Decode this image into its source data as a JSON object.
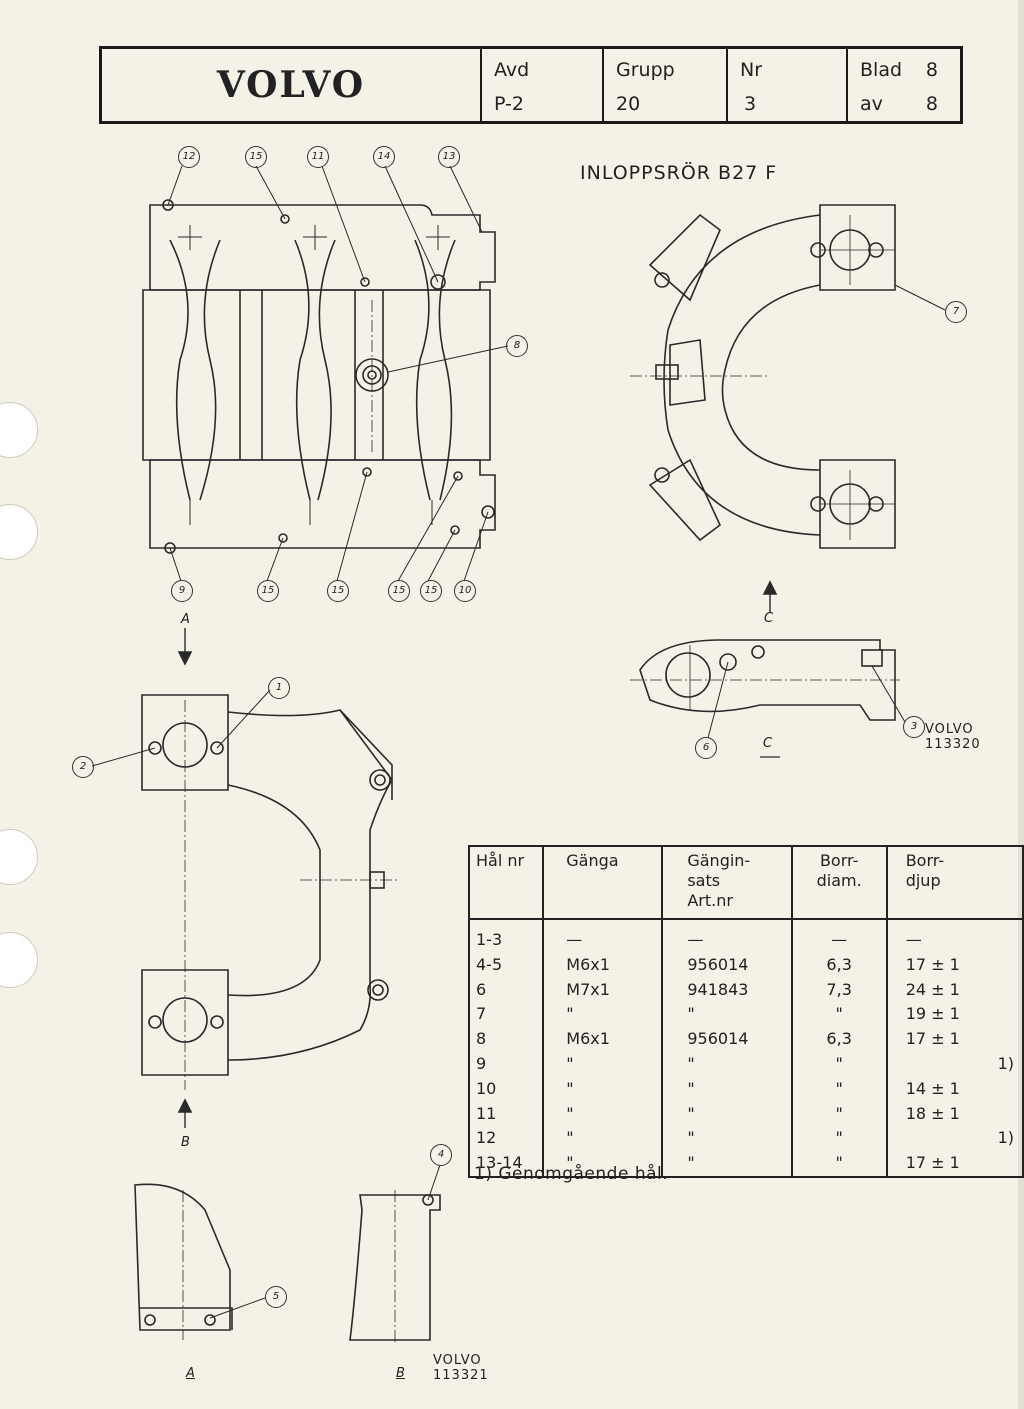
{
  "header": {
    "logo": "VOLVO",
    "avd_label": "Avd",
    "avd_value": "P-2",
    "grupp_label": "Grupp",
    "grupp_value": "20",
    "nr_label": "Nr",
    "nr_value": "3",
    "blad_label": "Blad",
    "blad_value": "8",
    "av_label": "av",
    "av_value": "8"
  },
  "drawing_title": "INLOPPSRÖR B27 F",
  "view_labels": {
    "a_top": "A",
    "c_top": "C",
    "c_bottom": "C",
    "b_arrow": "B",
    "a_bottom": "A",
    "b_bottom": "B"
  },
  "stamps": {
    "stamp1_line1": "VOLVO",
    "stamp1_line2": "113320",
    "stamp2_line1": "VOLVO",
    "stamp2_line2": "113321"
  },
  "callouts": {
    "top_view_upper": [
      "12",
      "15",
      "11",
      "14",
      "13"
    ],
    "top_view_center": "8",
    "top_view_lower": [
      "9",
      "15",
      "15",
      "15",
      "15",
      "10"
    ],
    "side_view_right": "7",
    "section_c_right": "3",
    "section_c_left": "6",
    "view_a_top": "1",
    "view_a_left": "2",
    "detail_b": "4",
    "detail_a": "5"
  },
  "table": {
    "headers": [
      "Hål nr",
      "Gänga",
      "Gängin-\nsats\nArt.nr",
      "Borr-\ndiam.",
      "Borr-\ndjup"
    ],
    "rows": [
      [
        "1-3",
        "—",
        "—",
        "—",
        "—",
        ""
      ],
      [
        "4-5",
        "M6x1",
        "956014",
        "6,3",
        "17 ± 1",
        ""
      ],
      [
        "6",
        "M7x1",
        "941843",
        "7,3",
        "24 ± 1",
        ""
      ],
      [
        "7",
        "\"",
        "\"",
        "\"",
        "19 ± 1",
        ""
      ],
      [
        "8",
        "M6x1",
        "956014",
        "6,3",
        "17 ± 1",
        ""
      ],
      [
        "9",
        "\"",
        "\"",
        "\"",
        "",
        "1)"
      ],
      [
        "10",
        "\"",
        "\"",
        "\"",
        "14 ± 1",
        ""
      ],
      [
        "11",
        "\"",
        "\"",
        "\"",
        "18 ± 1",
        ""
      ],
      [
        "12",
        "\"",
        "\"",
        "\"",
        "",
        "1)"
      ],
      [
        "13-14",
        "\"",
        "\"",
        "\"",
        "17 ± 1",
        ""
      ]
    ]
  },
  "footnote": "1) Genomgående hål."
}
